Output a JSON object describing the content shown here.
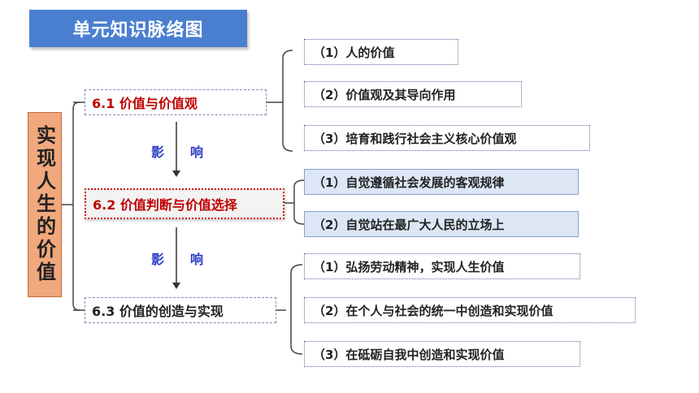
{
  "title": "单元知识脉络图",
  "root": "实现人生的价值",
  "sections": [
    {
      "label": "6.1 价值与价值观",
      "items": [
        "（1）人的价值",
        "（2）价值观及其导向作用",
        "（3）培育和践行社会主义核心价值观"
      ]
    },
    {
      "label": "6.2 价值判断与价值选择",
      "items": [
        "（1）自觉遵循社会发展的客观规律",
        "（2）自觉站在最广大人民的立场上"
      ]
    },
    {
      "label": "6.3 价值的创造与实现",
      "items": [
        "（1）弘扬劳动精神，实现人生价值",
        "（2）在个人与社会的统一中创造和实现价值",
        "（3）在砥砺自我中创造和实现价值"
      ]
    }
  ],
  "influence": [
    {
      "left": "影",
      "right": "响"
    },
    {
      "left": "影",
      "right": "响"
    }
  ],
  "colors": {
    "banner": "#4a7fd0",
    "root": "#f0a87c",
    "section_red": "#c00000",
    "influence": "#2a3cc8"
  }
}
